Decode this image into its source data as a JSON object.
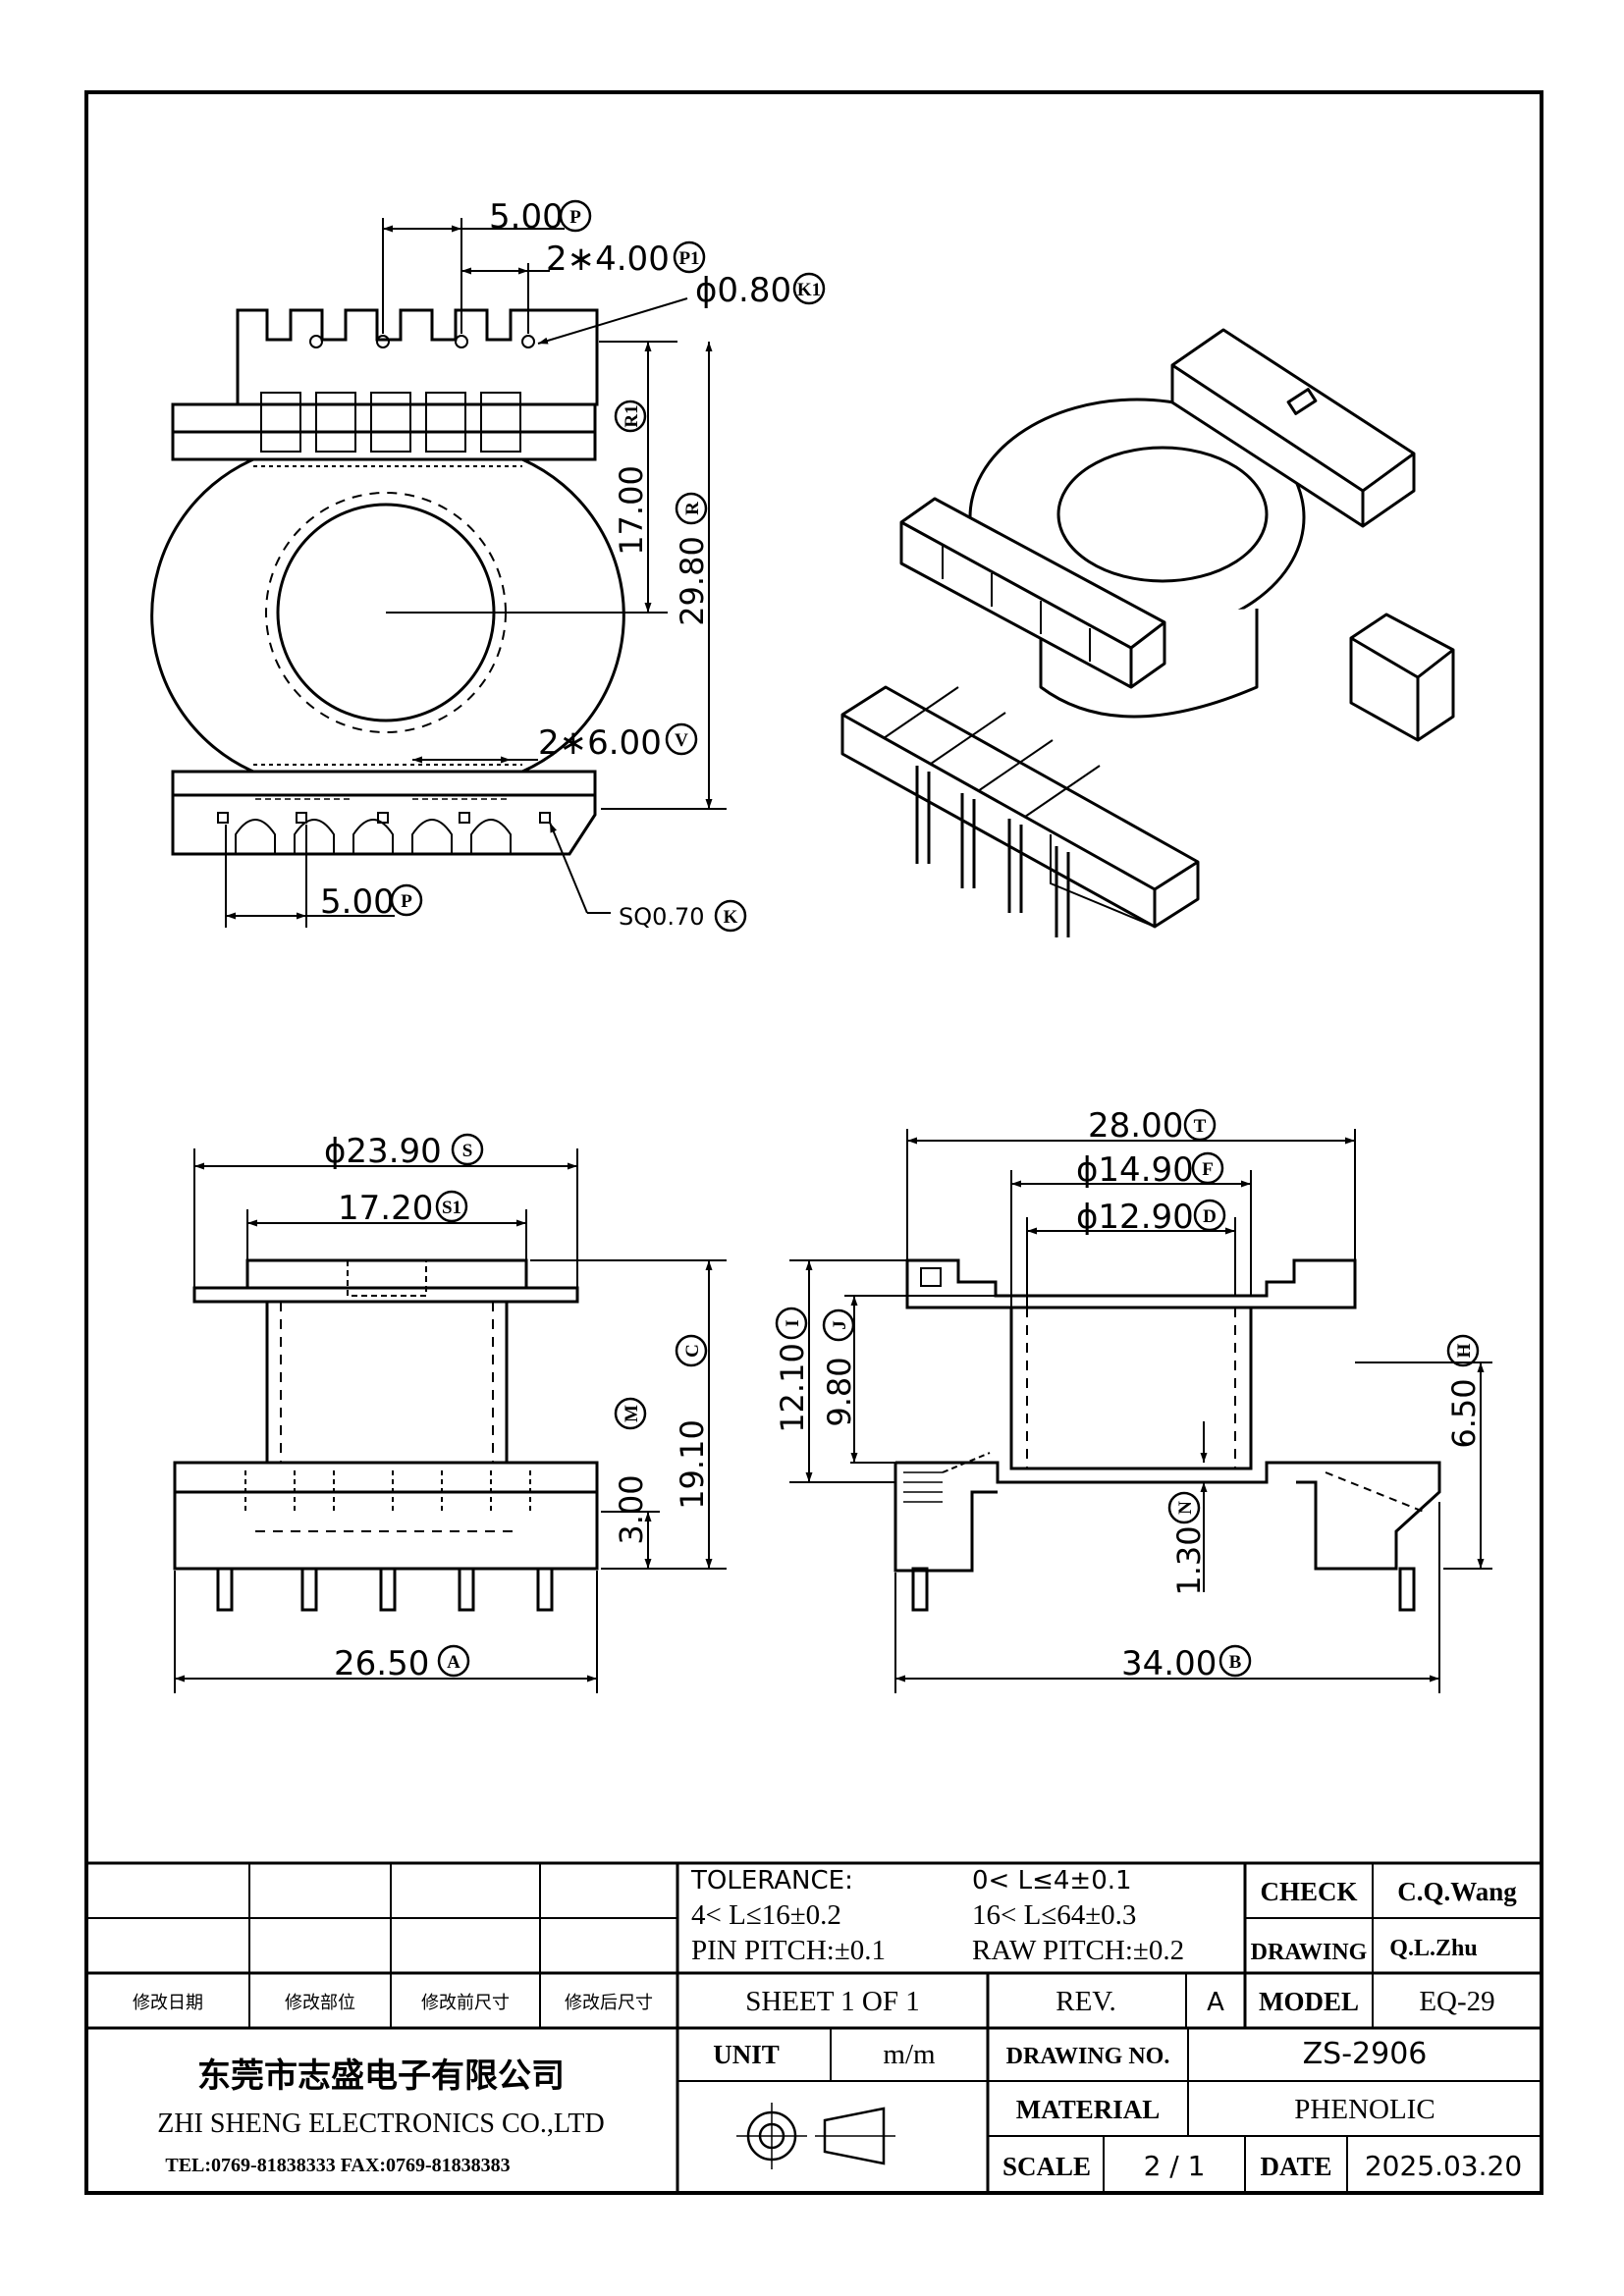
{
  "top_view": {
    "dim_pitch_top": "5.00",
    "dim_pitch_top_tag": "P",
    "dim_2x4": "2∗4.00",
    "dim_2x4_tag": "P1",
    "dim_pin_dia": "ϕ0.80",
    "dim_pin_dia_tag": "K1",
    "dim_17": "17.00",
    "dim_17_tag": "R1",
    "dim_29_8": "29.80",
    "dim_29_8_tag": "R",
    "dim_2x6": "2∗6.00",
    "dim_2x6_tag": "V",
    "dim_pitch_bottom": "5.00",
    "dim_pitch_bottom_tag": "P",
    "dim_sq": "SQ0.70",
    "dim_sq_tag": "K"
  },
  "side_view": {
    "dim_23_9": "ϕ23.90",
    "dim_23_9_tag": "S",
    "dim_17_2": "17.20",
    "dim_17_2_tag": "S1",
    "dim_19_1": "19.10",
    "dim_19_1_tag": "C",
    "dim_3": "3.00",
    "dim_3_tag": "M",
    "dim_26_5": "26.50",
    "dim_26_5_tag": "A"
  },
  "front_view": {
    "dim_28": "28.00",
    "dim_28_tag": "T",
    "dim_14_9": "ϕ14.90",
    "dim_14_9_tag": "F",
    "dim_12_9": "ϕ12.90",
    "dim_12_9_tag": "D",
    "dim_12_1": "12.10",
    "dim_12_1_tag": "I",
    "dim_9_8": "9.80",
    "dim_9_8_tag": "J",
    "dim_6_5": "6.50",
    "dim_6_5_tag": "H",
    "dim_1_3": "1.30",
    "dim_1_3_tag": "N",
    "dim_34": "34.00",
    "dim_34_tag": "B"
  },
  "title_block": {
    "tolerance_label": "TOLERANCE:",
    "tol_1": "0< L≤4±0.1",
    "tol_2": "4< L≤16±0.2",
    "tol_3": "16< L≤64±0.3",
    "pin_pitch": "PIN PITCH:±0.1",
    "raw_pitch": "RAW PITCH:±0.2",
    "check_label": "CHECK",
    "check_value": "C.Q.Wang",
    "drawing_label": "DRAWING",
    "drawing_value": "Q.L.Zhu",
    "rev_date": "修改日期",
    "rev_part": "修改部位",
    "rev_before": "修改前尺寸",
    "rev_after": "修改后尺寸",
    "sheet": "SHEET 1 OF 1",
    "rev_label": "REV.",
    "rev_value": "A",
    "model_label": "MODEL",
    "model_value": "EQ-29",
    "company_cn": "东莞市志盛电子有限公司",
    "company_en": "ZHI SHENG  ELECTRONICS CO.,LTD",
    "tel_fax": "TEL:0769-81838333 FAX:0769-81838383",
    "unit_label": "UNIT",
    "unit_value": "m/m",
    "drawing_no_label": "DRAWING  NO.",
    "drawing_no_value": "ZS-2906",
    "material_label": "MATERIAL",
    "material_value": "PHENOLIC",
    "scale_label": "SCALE",
    "scale_value": "2 / 1",
    "date_label": "DATE",
    "date_value": "2025.03.20"
  }
}
